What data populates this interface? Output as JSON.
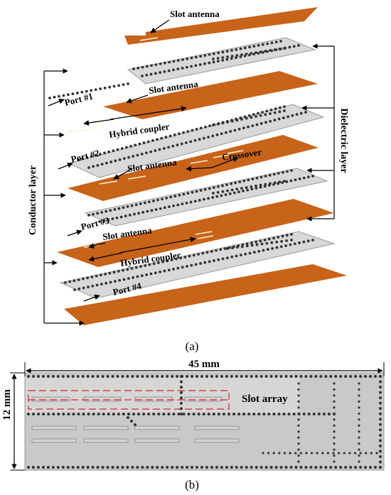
{
  "panel_a": {
    "caption": "(a)",
    "side_labels": {
      "conductor": "Conductor layer",
      "dielectric": "Dielectric layer"
    },
    "labels": {
      "slot_antenna": "Slot antenna",
      "hybrid_coupler": "Hybrid coupler",
      "crossover": "Crossover",
      "port1": "Port #1",
      "port2": "Port #2",
      "port3": "Port #3",
      "port4": "Port #4"
    },
    "colors": {
      "conductor": "#c8631a",
      "dielectric": "#d9d9d9",
      "via": "#333333",
      "slot": "#fff2d0"
    }
  },
  "panel_b": {
    "caption": "(b)",
    "width_label": "45 mm",
    "height_label": "12 mm",
    "slot_array_label": "Slot array",
    "colors": {
      "board": "#c9c9c9",
      "highlight": "#d42a2a"
    }
  }
}
